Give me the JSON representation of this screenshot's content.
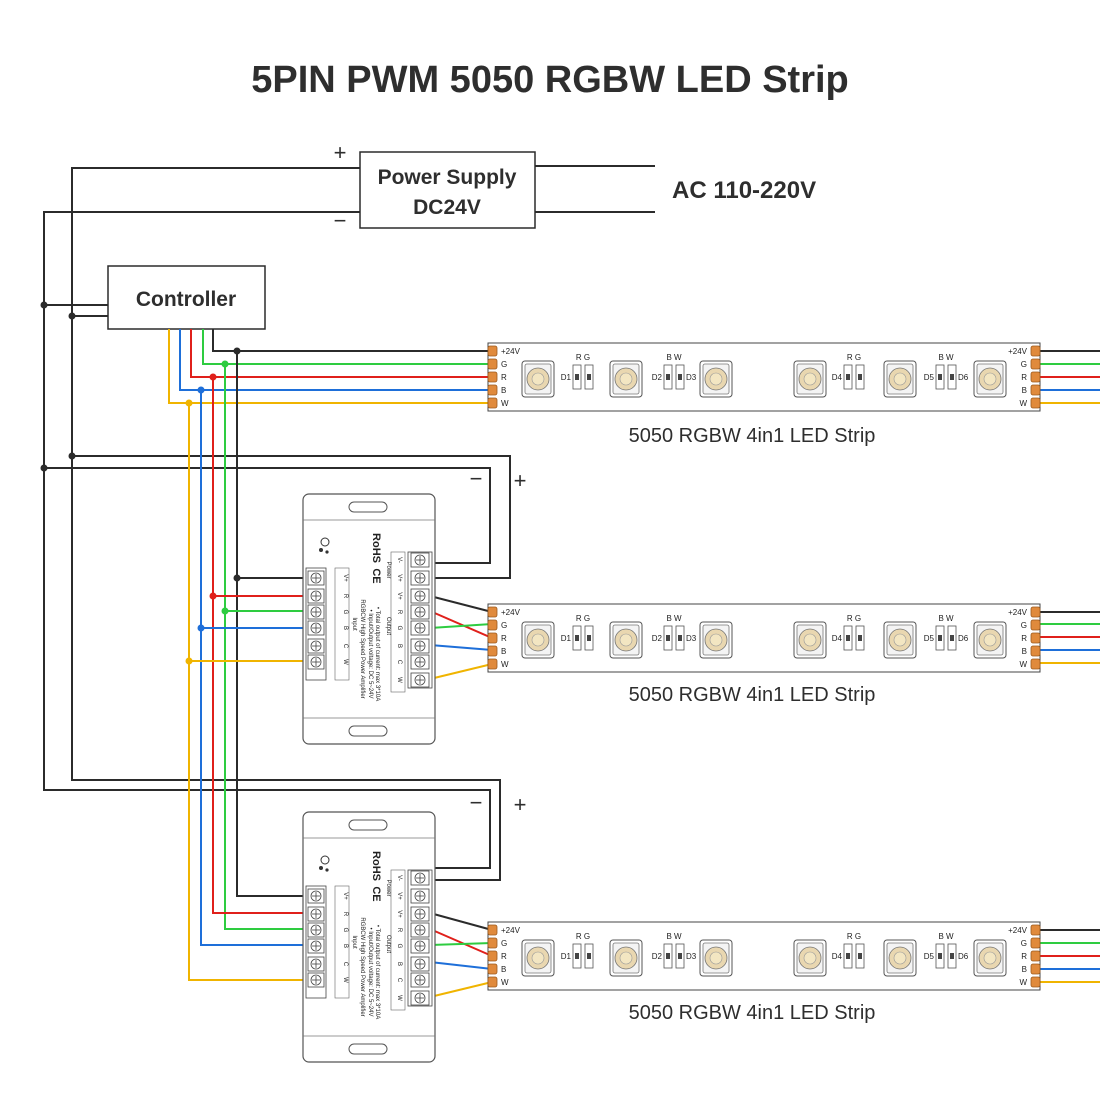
{
  "title": "5PIN PWM 5050 RGBW LED Strip",
  "power_supply": {
    "line1": "Power Supply",
    "line2": "DC24V",
    "plus": "+",
    "minus": "−"
  },
  "ac_label": "AC 110-220V",
  "controller": {
    "label": "Controller"
  },
  "strip_label": "5050 RGBW 4in1 LED Strip",
  "strip_pins": [
    "+24V",
    "G",
    "R",
    "B",
    "W"
  ],
  "strip_chip_labels": {
    "rg": "R G",
    "bw": "B W",
    "d1": "D1",
    "d2": "D2",
    "d3": "D3",
    "d4": "D4",
    "d5": "D5",
    "d6": "D6"
  },
  "amplifier": {
    "rohs": "RoHS",
    "ce": "CE",
    "name": "RGBCW High Speed Power Amplifier",
    "spec1": "• Input/Output voltage: DC 5~24V",
    "spec2": "• Total output of current: max 3*10A",
    "input_label": "Input",
    "output_label": "Output",
    "power_label": "Power",
    "input_pins": [
      "V+",
      "R",
      "G",
      "B",
      "C",
      "W"
    ],
    "output_pins": [
      "V-",
      "V+",
      "R",
      "G",
      "B",
      "C",
      "W"
    ],
    "power_pins": [
      "V-",
      "V+"
    ]
  },
  "amp_supply_signs": {
    "minus": "−",
    "plus": "+"
  },
  "wire_colors": {
    "black": "#2b2b2b",
    "green": "#2ecc40",
    "red": "#e0201b",
    "blue": "#1e6fd9",
    "yellow": "#f0b400"
  }
}
